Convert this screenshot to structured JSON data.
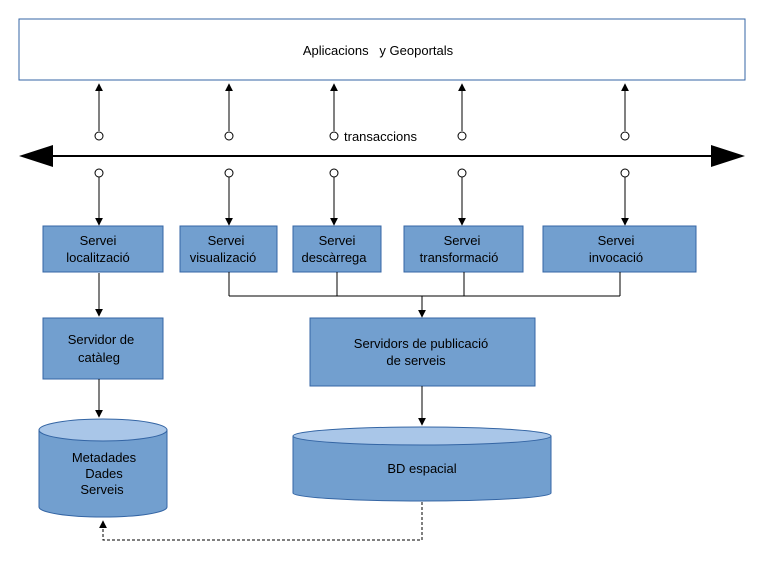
{
  "top_banner": {
    "text": "Aplicacions   y Geoportals"
  },
  "bus": {
    "label": "transaccions"
  },
  "services": [
    {
      "line1": "Servei",
      "line2": "localització"
    },
    {
      "line1": "Servei",
      "line2": "visualizació"
    },
    {
      "line1": "Servei",
      "line2": "descàrrega"
    },
    {
      "line1": "Servei",
      "line2": "transformació"
    },
    {
      "line1": "Servei",
      "line2": "invocació"
    }
  ],
  "catalog_server": {
    "line1": "Servidor de",
    "line2": "catàleg"
  },
  "publication_servers": {
    "line1": "Servidors de publicació",
    "line2": "de serveis"
  },
  "metadata_db": {
    "line1": "Metadades",
    "line2": "Dades",
    "line3": "Serveis"
  },
  "spatial_db": {
    "text": "BD espacial"
  },
  "colors": {
    "box_fill": "#729fcf",
    "box_stroke": "#3465a4",
    "cylinder_top": "#a9c6e8",
    "line": "#000000"
  }
}
